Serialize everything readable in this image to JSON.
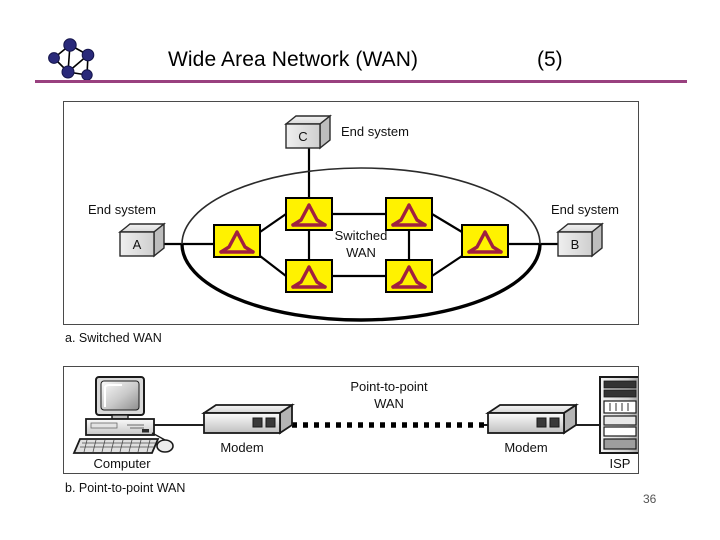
{
  "header": {
    "title": "Wide Area Network (WAN)",
    "slide_number_label": "(5)",
    "logo_icon": "network-graph-icon",
    "rule_color": "#99407F"
  },
  "page_number": "36",
  "figures": [
    {
      "id": "switched-wan",
      "caption": "a. Switched WAN",
      "cloud_label_line1": "Switched",
      "cloud_label_line2": "WAN",
      "end_systems": [
        {
          "name": "end-system-a",
          "letter": "A",
          "label": "End system",
          "position": "left"
        },
        {
          "name": "end-system-b",
          "letter": "B",
          "label": "End system",
          "position": "right"
        },
        {
          "name": "end-system-c",
          "letter": "C",
          "label": "End system",
          "position": "top"
        }
      ],
      "switch_count": 6,
      "switch_icon": "network-switch-icon",
      "switch_fill": "#FFF200",
      "switch_symbol_color": "#A02040"
    },
    {
      "id": "point-to-point-wan",
      "caption": "b. Point-to-point WAN",
      "link_label_line1": "Point-to-point",
      "link_label_line2": "WAN",
      "nodes": [
        {
          "name": "computer",
          "label": "Computer",
          "icon": "desktop-computer-icon"
        },
        {
          "name": "modem-left",
          "label": "Modem",
          "icon": "modem-icon"
        },
        {
          "name": "modem-right",
          "label": "Modem",
          "icon": "modem-icon"
        },
        {
          "name": "isp",
          "label": "ISP",
          "icon": "server-tower-icon"
        }
      ]
    }
  ]
}
